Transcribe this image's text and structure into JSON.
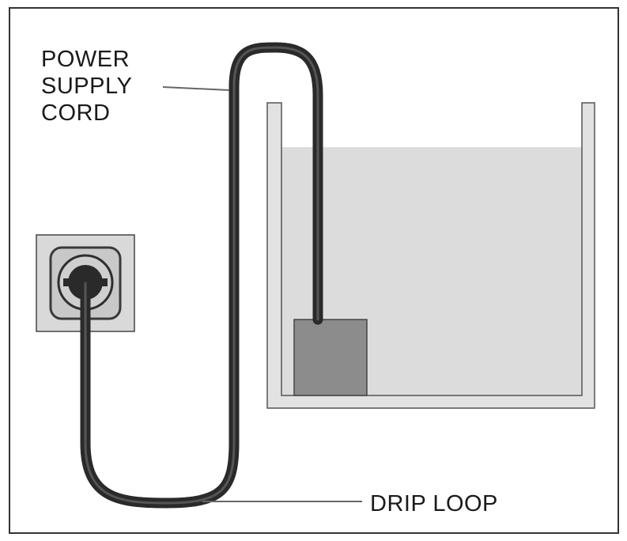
{
  "labels": {
    "power_cord": [
      "POWER",
      "SUPPLY",
      "CORD"
    ],
    "drip_loop": "DRIP LOOP"
  },
  "colors": {
    "frame": "#333333",
    "cord": "#2a2a2a",
    "water": "#dcdcdc",
    "tank_wall": "#e0e0e0",
    "pump": "#8c8c8c",
    "outlet_plate": "#d9d9d9",
    "leader_line": "#555555"
  },
  "icons": {
    "outlet": "wall-socket-icon",
    "pump": "submersible-pump-icon"
  }
}
